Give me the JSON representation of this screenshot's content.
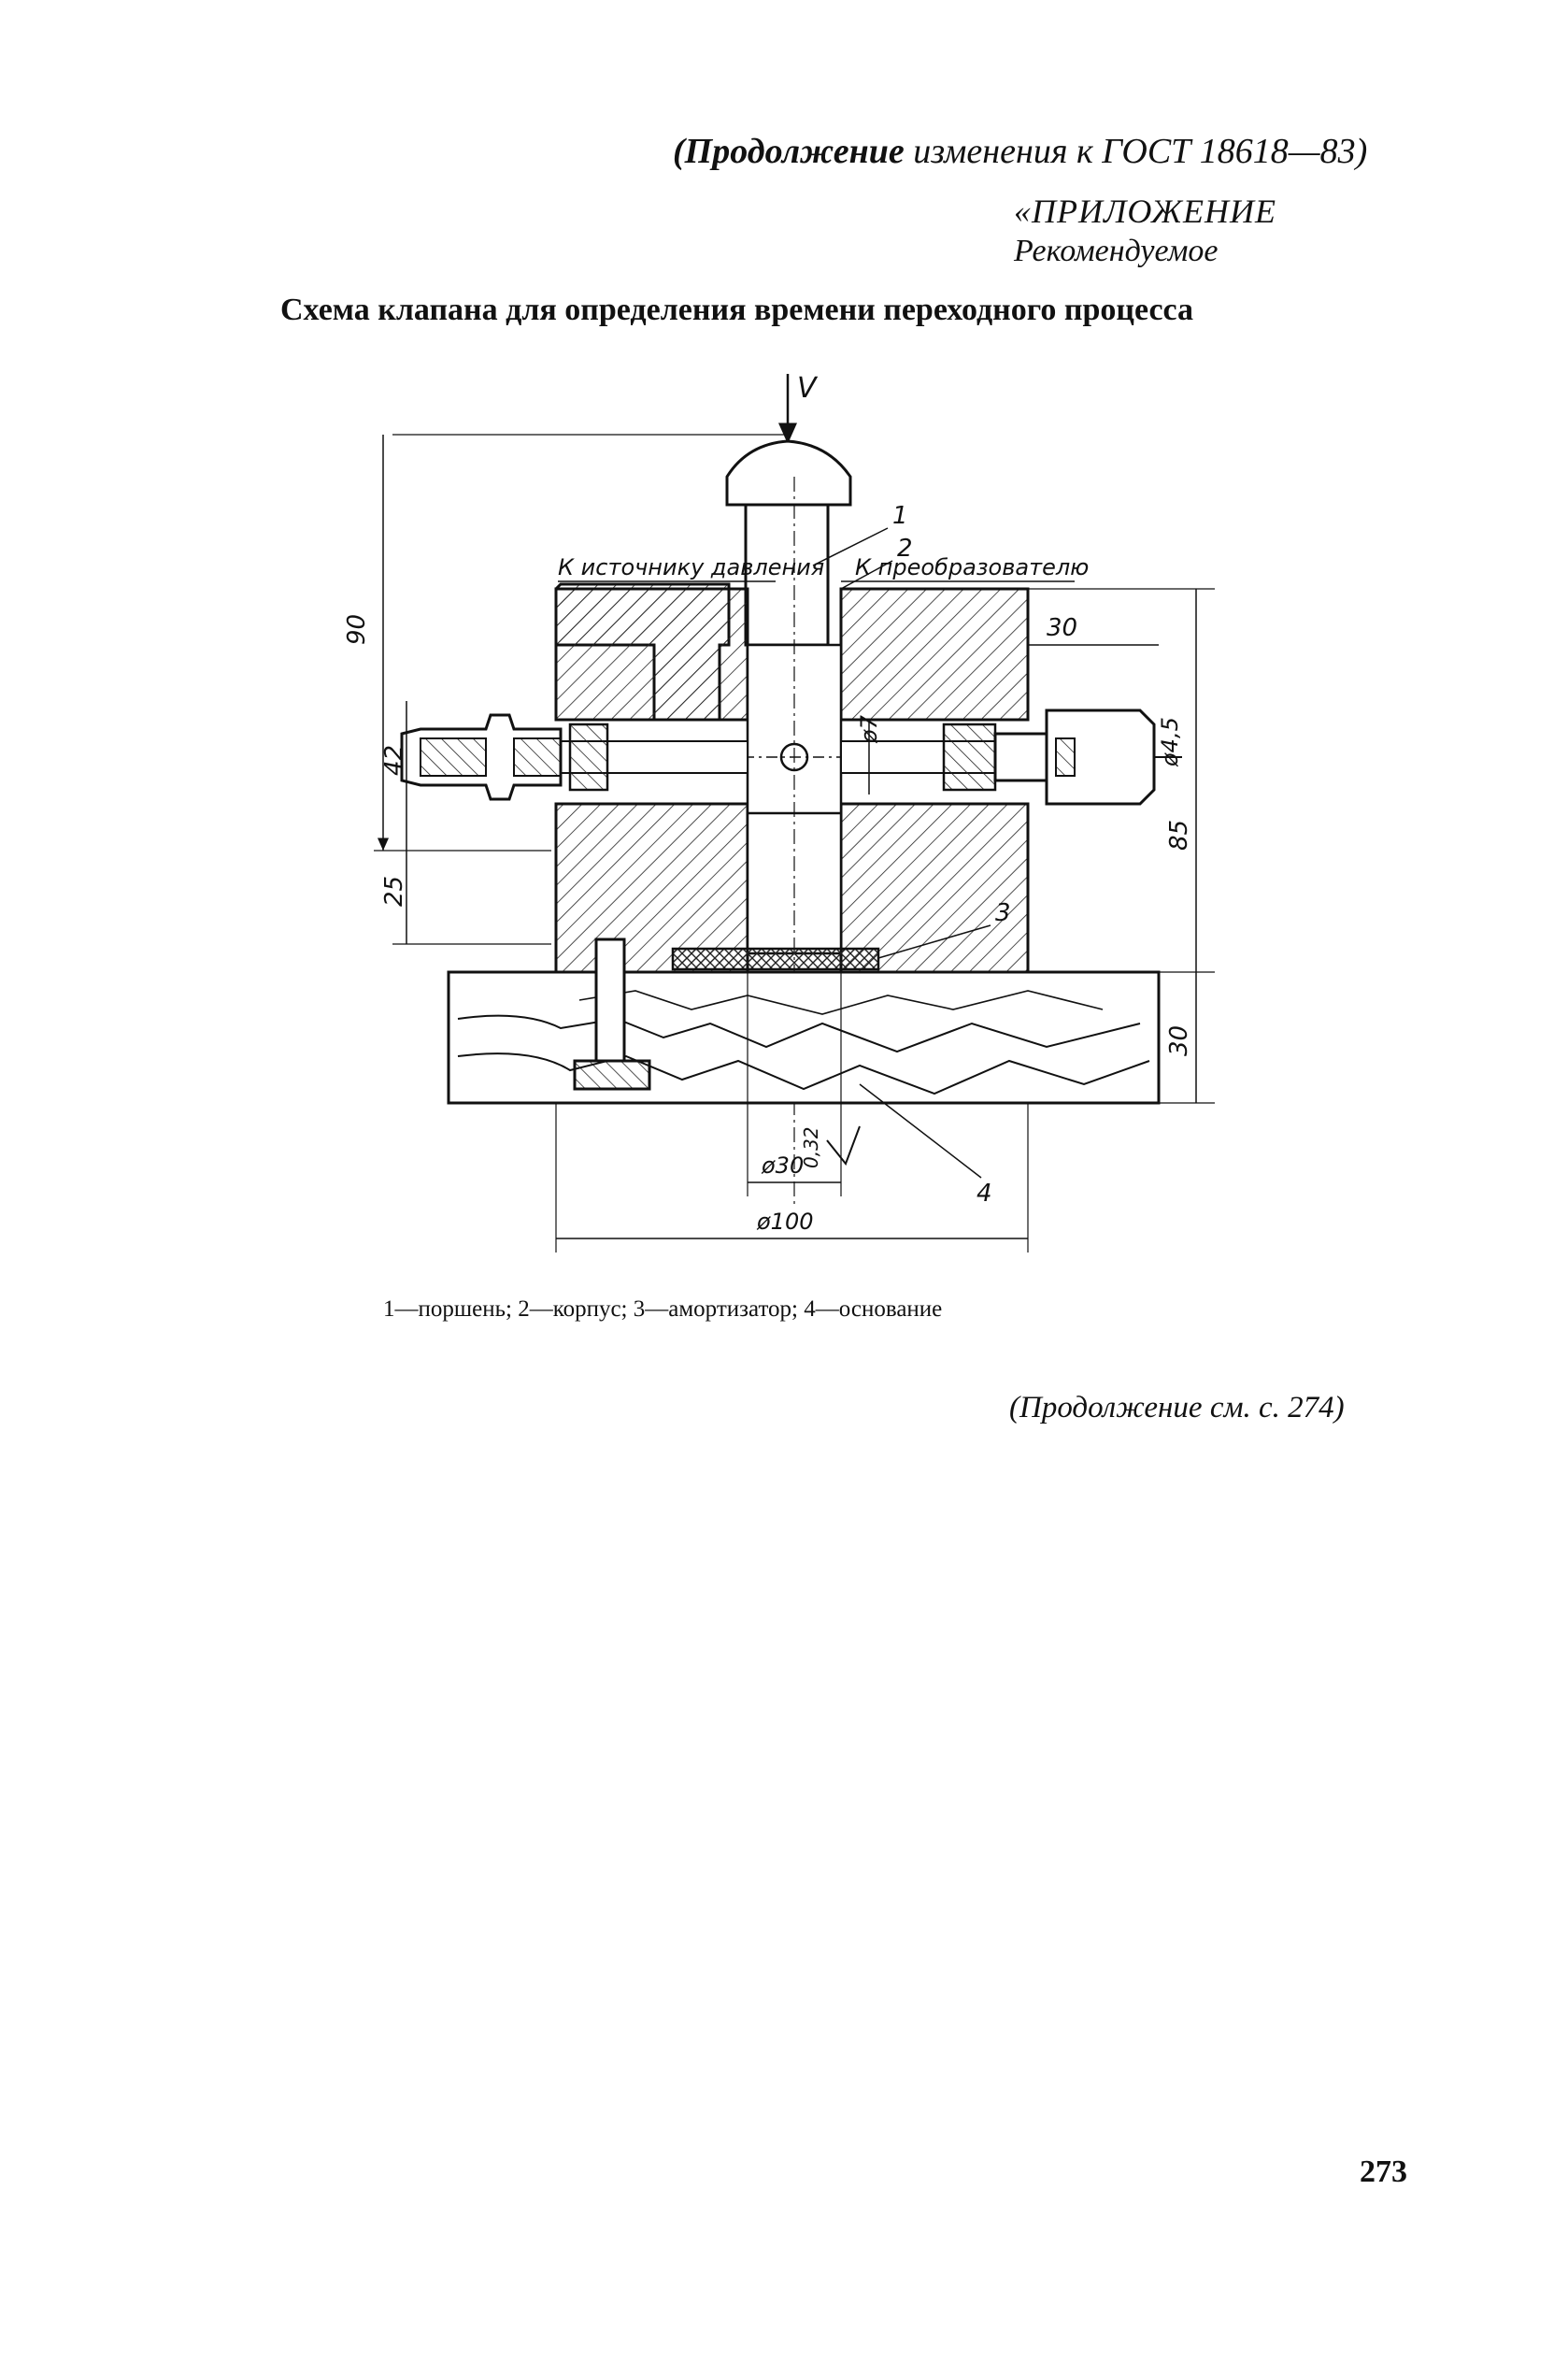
{
  "header": {
    "continuation_bold": "(Продолжение",
    "continuation_rest": "изменения к ГОСТ 18618—83)",
    "appendix": "«ПРИЛОЖЕНИЕ",
    "recommended": "Рекомендуемое"
  },
  "title": "Схема клапана для определения времени переходного процесса",
  "figure": {
    "force_label": "V",
    "label_source": "К источнику давления",
    "label_converter": "К преобразователю",
    "callouts": [
      "1",
      "2",
      "3",
      "4"
    ],
    "dimensions": {
      "total_height": "90",
      "port_height": "42",
      "lower_height": "25",
      "right_offset": "30",
      "port_diameter": "ø4,5",
      "hole_diameter": "ø7",
      "body_height": "85",
      "base_height": "30",
      "bore_diameter": "ø30",
      "roughness": "0,32",
      "body_diameter": "ø100"
    }
  },
  "caption": "1—поршень; 2—корпус; 3—амортизатор; 4—основание",
  "continued": "(Продолжение см. с. 274)",
  "page_number": "273"
}
